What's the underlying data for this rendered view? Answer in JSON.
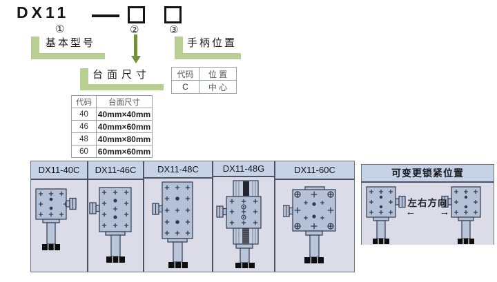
{
  "model_code": {
    "title": "DX11",
    "num1": "①",
    "num2": "②",
    "num3": "③"
  },
  "annotations": {
    "basic_model": "基本型号",
    "table_size": "台面尺寸",
    "handle_position": "手柄位置"
  },
  "handle_table": {
    "col_code": "代码",
    "col_pos": "位  置",
    "row_code": "C",
    "row_pos": "中  心"
  },
  "size_table": {
    "col_code": "代码",
    "col_size": "台面尺寸",
    "rows": [
      {
        "code": "40",
        "size": "40mm×40mm"
      },
      {
        "code": "46",
        "size": "40mm×60mm"
      },
      {
        "code": "48",
        "size": "40mm×80mm"
      },
      {
        "code": "60",
        "size": "60mm×60mm"
      }
    ]
  },
  "products_panel": {
    "items": [
      {
        "label": "DX11-40C",
        "variant": "40c",
        "knob": "right"
      },
      {
        "label": "DX11-46C",
        "variant": "46c",
        "knob": "left"
      },
      {
        "label": "DX11-48C",
        "variant": "48c",
        "knob": "left"
      },
      {
        "label": "DX11-48G",
        "variant": "48g",
        "knob": "left"
      },
      {
        "label": "DX11-60C",
        "variant": "60c",
        "knob": "left"
      }
    ]
  },
  "lock_panel": {
    "title": "可变更锁紧位置",
    "direction_label": "左右方向",
    "left_arrow": "←",
    "right_arrow": "→",
    "stages": [
      {
        "knob": "right"
      },
      {
        "knob": "left"
      }
    ]
  },
  "colors": {
    "bracket_green": "#b7cf92",
    "arrow_green": "#71923f",
    "header_blue": "#c6d2e5",
    "cell_lavender": "#dbdce8",
    "stage_body": "#b5c1d6",
    "stage_edge": "#2e3950"
  }
}
